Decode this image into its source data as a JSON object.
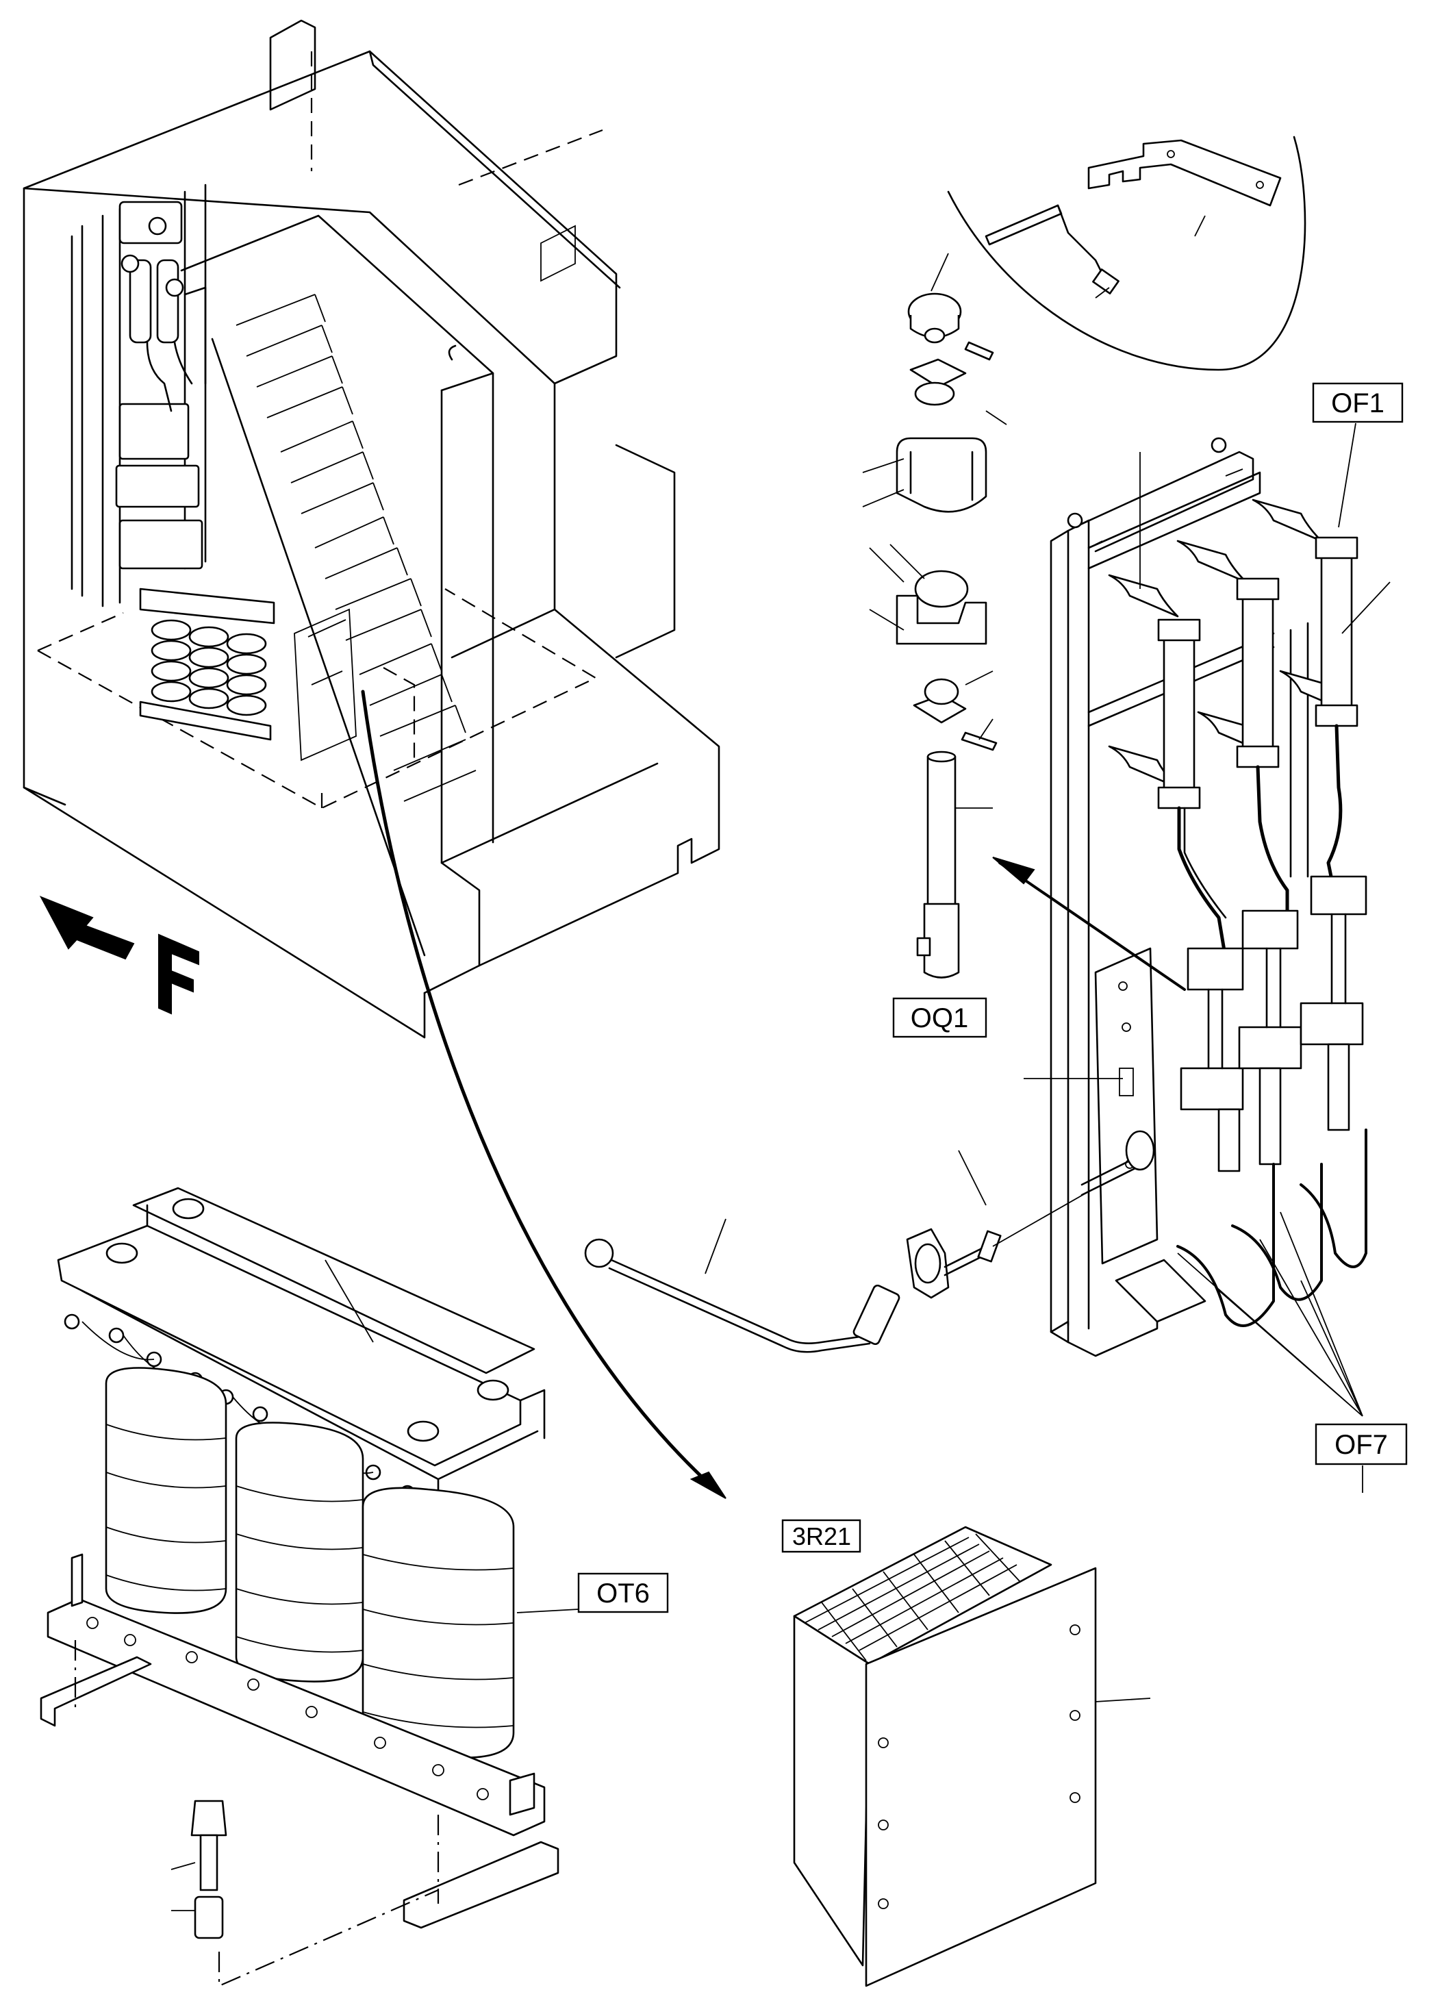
{
  "labels": {
    "of1": "OF1",
    "oq1": "OQ1",
    "of7": "OF7",
    "ot6": "OT6",
    "r21": "3R21",
    "view_letter": "F"
  }
}
